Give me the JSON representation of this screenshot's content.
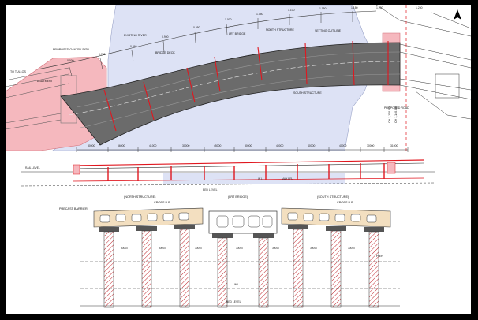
{
  "plan": {
    "labels": {
      "to_tullos": "TO TULLOS",
      "abutment": "ABUTMENT",
      "proposed_gantry": "PROPOSED GANTRY SIGN",
      "bridge_deck": "BRIDGE DECK",
      "north_structure": "NORTH STRUCTURE",
      "south_structure": "SOUTH STRUCTURE",
      "lrt_bridge": "LRT BRIDGE",
      "setting_out_line": "SETTING OUT LINE",
      "existing_river": "EXISTING RIVER",
      "proposed_road": "PROPOSED ROAD",
      "ch_right_1": "CH 1,150.000",
      "ch_right_2": "CH 1,140.000"
    },
    "chainages": [
      "0.000",
      "0.750",
      "0.860",
      "0.900",
      "0.950",
      "1.000",
      "1.050",
      "1.100",
      "1.150",
      "1.180",
      "1.200",
      "1.250"
    ]
  },
  "elevation": {
    "dims": [
      "30000",
      "56000",
      "41000",
      "30000",
      "45000",
      "30000",
      "40000",
      "40000",
      "40000",
      "30000",
      "31000"
    ],
    "labels": {
      "bed_level": "BED LEVEL",
      "max_ffl": "MAX FFL",
      "wl": "W.L.",
      "rail_level": "RAIL LEVEL"
    }
  },
  "section": {
    "north": "(NORTH STRUCTURE)",
    "lrt": "(LRT BRIDGE)",
    "south": "(SOUTH STRUCTURE)",
    "cross_n": "CROSS B.B.",
    "cross_s": "CROSS B.B.",
    "spans": [
      "30000",
      "30000",
      "30000",
      "30000",
      "30000",
      "30000",
      "30000",
      "30000"
    ],
    "bed_level": "BED LEVEL",
    "water": "W.L.",
    "left_note": "PRECAST BARRIER",
    "right_note": "PIER"
  },
  "colors": {
    "deck": "#6b6b6b",
    "river": "#dde2f5",
    "red": "#e0171f",
    "pink": "#f5b8be",
    "pier_hatch": "#c0282e",
    "tan": "#f3dfc0"
  },
  "icons": {
    "north_arrow": "north-arrow-icon"
  }
}
